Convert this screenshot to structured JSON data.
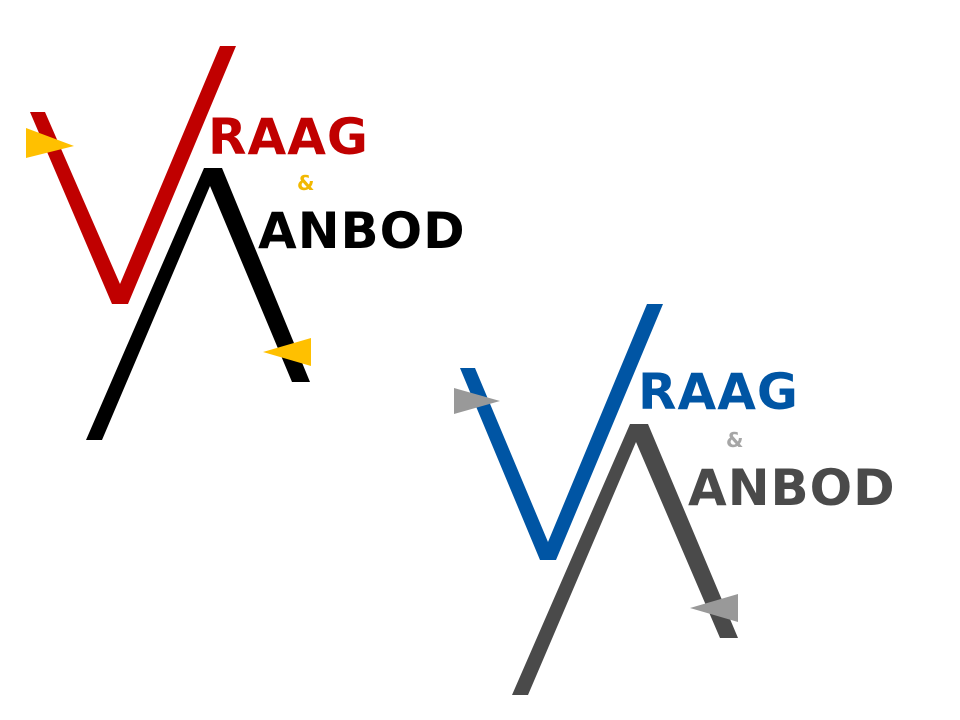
{
  "logos": [
    {
      "line1": "RAAG",
      "ampersand": "&",
      "line2": "ANBOD",
      "colors": {
        "v_stroke": "#c00000",
        "a_stroke": "#000000",
        "arrow": "#ffc000",
        "line1_text": "#c00000",
        "ampersand": "#f2b800",
        "line2_text": "#000000"
      }
    },
    {
      "line1": "RAAG",
      "ampersand": "&",
      "line2": "ANBOD",
      "colors": {
        "v_stroke": "#0055a4",
        "a_stroke": "#4a4a4a",
        "arrow": "#999999",
        "line1_text": "#0055a4",
        "ampersand": "#a6a6a6",
        "line2_text": "#4a4a4a"
      }
    }
  ]
}
